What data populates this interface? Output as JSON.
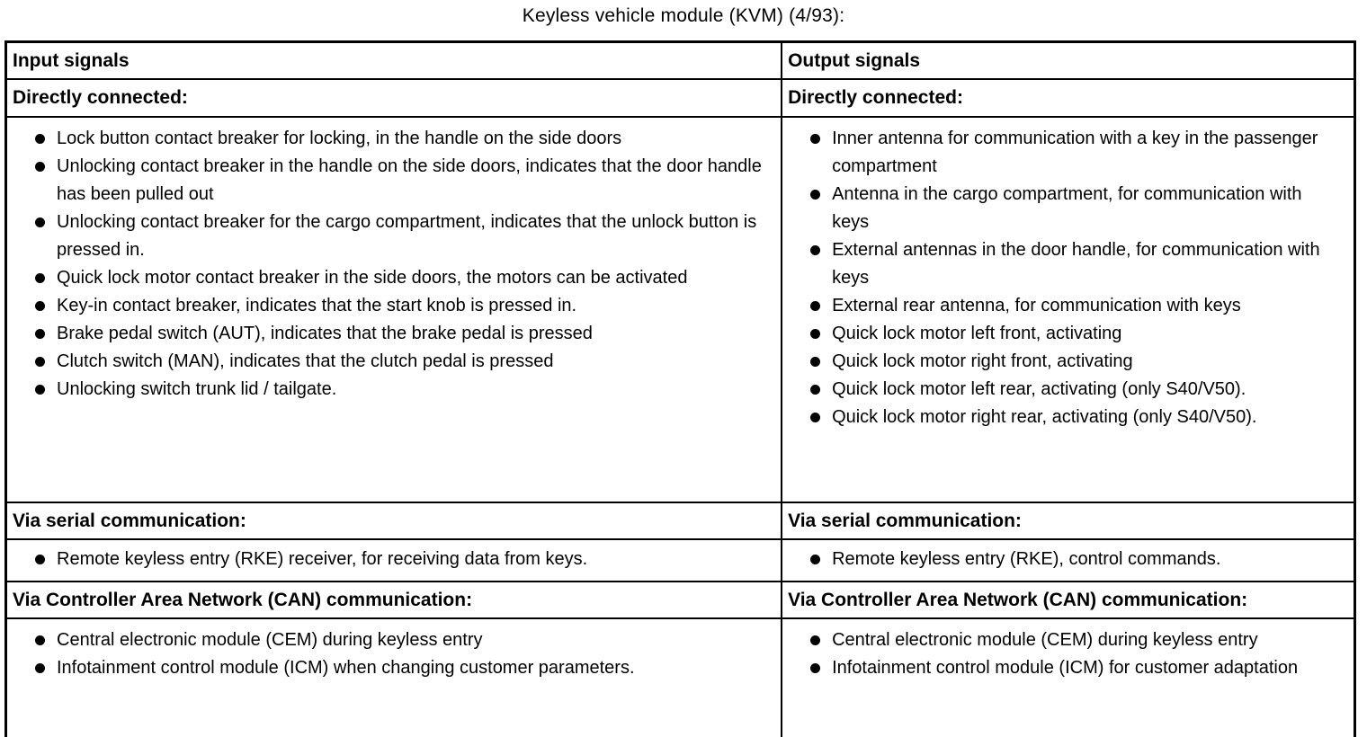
{
  "title": "Keyless vehicle module (KVM) (4/93):",
  "table": {
    "columns": [
      {
        "header": "Input signals",
        "sections": [
          {
            "heading": "Directly connected:",
            "items": [
              "Lock button contact breaker for locking, in the handle on the side doors",
              "Unlocking contact breaker in the handle on the side doors, indicates that the door handle has been pulled out",
              "Unlocking contact breaker for the cargo compartment, indicates that the unlock button is pressed in.",
              "Quick lock motor contact breaker in the side doors, the motors can be activated",
              "Key-in contact breaker, indicates that the start knob is pressed in.",
              "Brake pedal switch (AUT), indicates that the brake pedal is pressed",
              "Clutch switch (MAN), indicates that the clutch pedal is pressed",
              "Unlocking switch trunk lid / tailgate."
            ]
          },
          {
            "heading": "Via serial communication:",
            "items": [
              "Remote keyless entry (RKE) receiver, for receiving data from keys."
            ]
          },
          {
            "heading": "Via Controller Area Network (CAN) communication:",
            "items": [
              "Central electronic module (CEM) during keyless entry",
              "Infotainment control module (ICM) when changing customer parameters."
            ]
          }
        ]
      },
      {
        "header": "Output signals",
        "sections": [
          {
            "heading": "Directly connected:",
            "items": [
              "Inner antenna for communication with a key in the passenger compartment",
              "Antenna in the cargo compartment, for communication with keys",
              "External antennas in the door handle, for communication with keys",
              "External rear antenna, for communication with keys",
              "Quick lock motor left front, activating",
              "Quick lock motor right front, activating",
              "Quick lock motor left rear, activating (only S40/V50).",
              "Quick lock motor right rear, activating (only S40/V50)."
            ]
          },
          {
            "heading": "Via serial communication:",
            "items": [
              "Remote keyless entry (RKE), control commands."
            ]
          },
          {
            "heading": "Via Controller Area Network (CAN) communication:",
            "items": [
              "Central electronic module (CEM) during keyless entry",
              "Infotainment control module (ICM) for customer adaptation"
            ]
          }
        ]
      }
    ]
  }
}
